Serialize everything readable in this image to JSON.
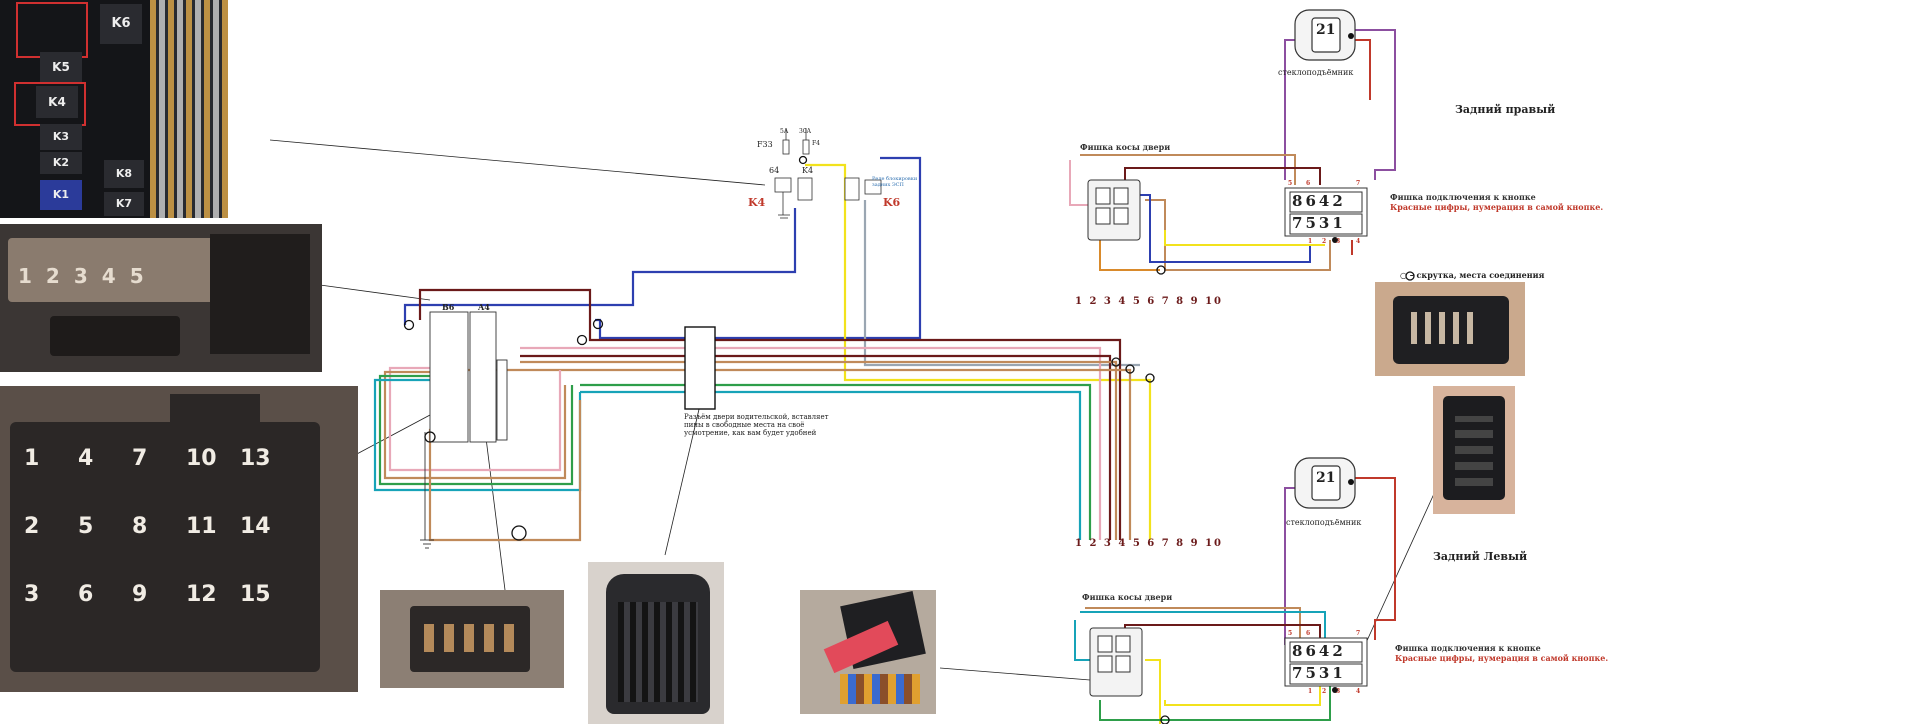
{
  "photos": {
    "fuse_box": {
      "relay_labels": [
        "K6",
        "K5",
        "K4",
        "K3",
        "K2",
        "K1",
        "K8",
        "K7"
      ]
    },
    "connector_5pin": {
      "pins": [
        "1",
        "2",
        "3",
        "4",
        "5"
      ]
    },
    "connector_15pin": {
      "pins": [
        "1",
        "4",
        "7",
        "10",
        "13",
        "2",
        "5",
        "8",
        "11",
        "14",
        "3",
        "6",
        "9",
        "12",
        "15"
      ]
    }
  },
  "schematic": {
    "fuse_label": "F33",
    "fuse_values": [
      "5A",
      "30A",
      "F4"
    ],
    "relay_k4": "K4",
    "relay_k6": "K6",
    "relay_pin": "64",
    "relay_note": "Реле блокировки задних ЭСП",
    "block_b6": "B6",
    "block_a4": "A4",
    "connector_note": "Разъём двери водительской, вставляет пины в свободные места на своё усмотрение, как вам будет удобней"
  },
  "wire_numbers": [
    "1",
    "2",
    "3",
    "4",
    "5",
    "6",
    "7",
    "8",
    "9",
    "10"
  ],
  "rear_right": {
    "title": "Задний правый",
    "motor_label": "стеклоподъёмник",
    "harness_label": "Фишка косы двери",
    "button_label": "Фишка подключения к кнопке",
    "button_note": "Красные цифры, нумерация в самой кнопке.",
    "button_pins_top": [
      "8",
      "6",
      "4",
      "2"
    ],
    "button_pins_bottom": [
      "7",
      "5",
      "3",
      "1"
    ],
    "motor_pins": [
      "2",
      "1"
    ],
    "red_pin_numbers": [
      "5",
      "6",
      "7",
      "1",
      "2",
      "3",
      "4"
    ]
  },
  "rear_left": {
    "title": "Задний Левый",
    "motor_label": "стеклоподъёмник",
    "harness_label": "Фишка косы двери",
    "button_label": "Фишка подключения к кнопке",
    "button_note": "Красные цифры, нумерация в самой кнопке.",
    "button_pins_top": [
      "8",
      "6",
      "4",
      "2"
    ],
    "button_pins_bottom": [
      "7",
      "5",
      "3",
      "1"
    ],
    "motor_pins": [
      "2",
      "1"
    ],
    "red_pin_numbers": [
      "5",
      "6",
      "7",
      "1",
      "2",
      "3",
      "4"
    ]
  },
  "legend": {
    "text": "– скрутка, места соединения"
  },
  "colors": {
    "blue": "#2d3fb0",
    "brown": "#6b1a1a",
    "tan": "#c08a5a",
    "pink": "#e8a8b8",
    "yellow": "#f2e21c",
    "green": "#2e9e4a",
    "teal": "#17a3b8",
    "grey": "#9aa6b2",
    "purple": "#8c4fa0",
    "orange": "#d98a2b",
    "red": "#c0392b"
  }
}
